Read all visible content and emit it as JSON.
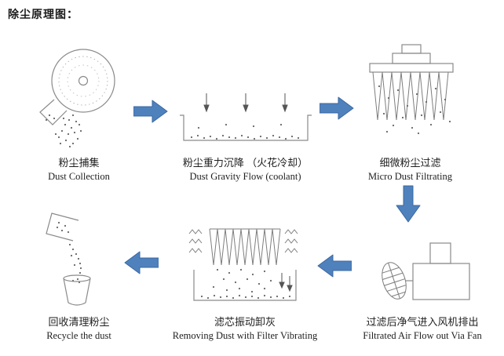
{
  "title": "除尘原理图：",
  "colors": {
    "arrow_fill": "#4f81bd",
    "arrow_stroke": "#3a68a0",
    "line": "#8a8a8a",
    "dot": "#666666",
    "text": "#1f1f1f"
  },
  "stages": [
    {
      "id": "dust-collection",
      "figure": "grinding-wheel",
      "zh": "粉尘捕集",
      "en": "Dust Collection"
    },
    {
      "id": "gravity-settling",
      "figure": "settling-tray",
      "zh": "粉尘重力沉降 （火花冷却）",
      "en": "Dust Gravity Flow (coolant)"
    },
    {
      "id": "micro-filtrating",
      "figure": "pleated-filter-unit",
      "zh": "细微粉尘过滤",
      "en": "Micro Dust Filtrating"
    },
    {
      "id": "fan-outlet",
      "figure": "fan-blower",
      "zh": "过滤后净气进入风机排出",
      "en": "Filtrated Air Flow out Via Fan"
    },
    {
      "id": "filter-vibrating",
      "figure": "vibrating-filter",
      "zh": "滤芯振动卸灰",
      "en": "Removing Dust with Filter Vibrating"
    },
    {
      "id": "recycle",
      "figure": "collection-bucket",
      "zh": "回收清理粉尘",
      "en": "Recycle the dust"
    }
  ]
}
